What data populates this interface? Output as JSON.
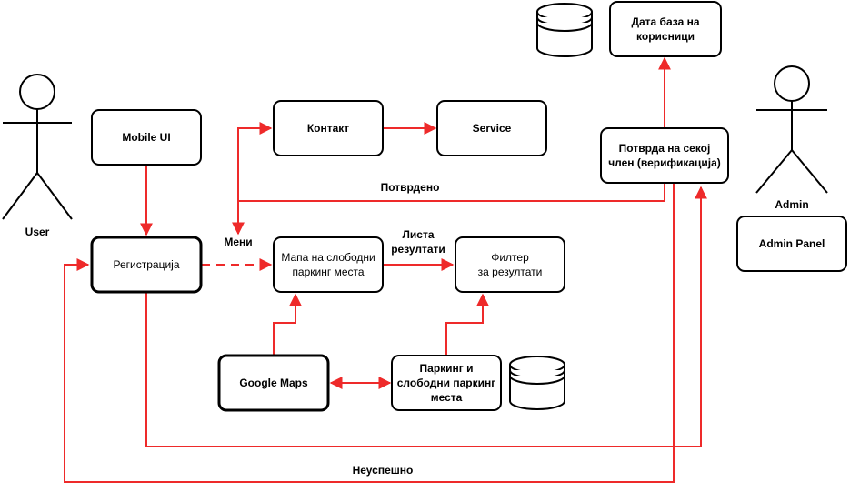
{
  "colors": {
    "edge": "#ee2a2a",
    "stroke": "#000000",
    "fill": "#ffffff"
  },
  "actors": {
    "user": "User",
    "admin": "Admin"
  },
  "nodes": {
    "mobile_ui": "Mobile UI",
    "registration": "Регистрација",
    "contact": "Контакт",
    "service": "Service",
    "map_line1": "Мапа на слободни",
    "map_line2": "паркинг места",
    "filter_line1": "Филтер",
    "filter_line2": "за резултати",
    "google_maps": "Google Maps",
    "parking_line1": "Паркинг и",
    "parking_line2": "слободни паркинг",
    "parking_line3": "места",
    "verify_line1": "Потврда на секој",
    "verify_line2": "член (верификација)",
    "user_db_line1": "Дата база на",
    "user_db_line2": "корисници",
    "admin_panel": "Admin Panel"
  },
  "edge_labels": {
    "confirmed": "Потврдено",
    "menu": "Мени",
    "results_list_line1": "Листа",
    "results_list_line2": "резултати",
    "unsuccessful": "Неуспешно"
  },
  "icons": [
    "user-actor-icon",
    "admin-actor-icon",
    "database-icon"
  ]
}
